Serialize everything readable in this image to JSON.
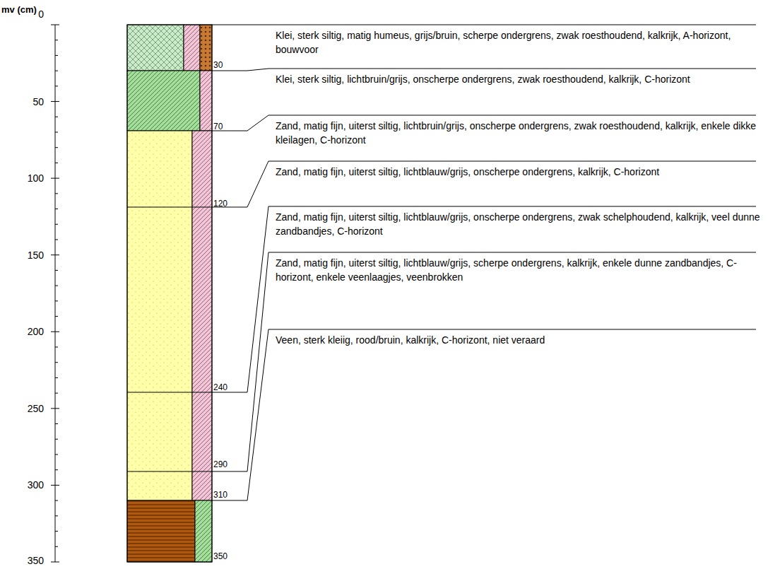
{
  "diagram": {
    "labels": [
      "mv (cm)",
      "0",
      "50",
      "100",
      "150",
      "200",
      "250",
      "300",
      "350",
      "30",
      "70",
      "120",
      "240",
      "290",
      "310",
      "350",
      "Klei, sterk siltig, matig humeus, grijs/bruin, scherpe ondergrens, zwak roesthoudend, kalkrijk, A-horizont, bouwvoor",
      "Klei, sterk siltig, lichtbruin/grijs, onscherpe ondergrens, zwak roesthoudend, kalkrijk, C-horizont",
      "Zand, matig fijn, uiterst siltig, lichtbruin/grijs, onscherpe ondergrens, zwak roesthoudend, kalkrijk, enkele dikke kleilagen, C-horizont",
      "Zand, matig fijn, uiterst siltig, lichtblauw/grijs, onscherpe ondergrens, kalkrijk, C-horizont",
      "Zand, matig fijn, uiterst siltig, lichtblauw/grijs, onscherpe ondergrens, zwak schelphoudend, kalkrijk, veel dunne zandbandjes, C-horizont",
      "Zand, matig fijn, uiterst siltig, lichtblauw/grijs, scherpe ondergrens, kalkrijk, enkele dunne zandbandjes, C-horizont, enkele veenlaagjes, veenbrokken",
      "Veen, sterk kleiig, rood/bruin, kalkrijk, C-horizont, niet veraard"
    ]
  }
}
